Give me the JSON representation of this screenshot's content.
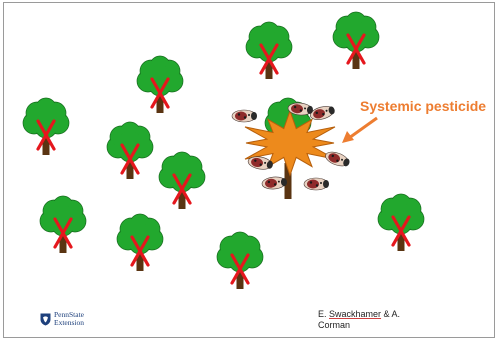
{
  "callout": {
    "label": "Systemic pesticide",
    "color": "#ed7d31"
  },
  "credit": {
    "line1_prefix": "E. ",
    "line1_name": "Swackhamer",
    "line1_suffix": " & A.",
    "line2": "Corman"
  },
  "logo": {
    "line1": "PennState",
    "line2": "Extension",
    "color": "#1e407c"
  },
  "colors": {
    "foliage": "#22a82e",
    "foliage_outline": "#156b1c",
    "trunk": "#5a3412",
    "cross": "#e5171d",
    "burst": "#ed8a1c",
    "burst_outline": "#b65f0c"
  }
}
